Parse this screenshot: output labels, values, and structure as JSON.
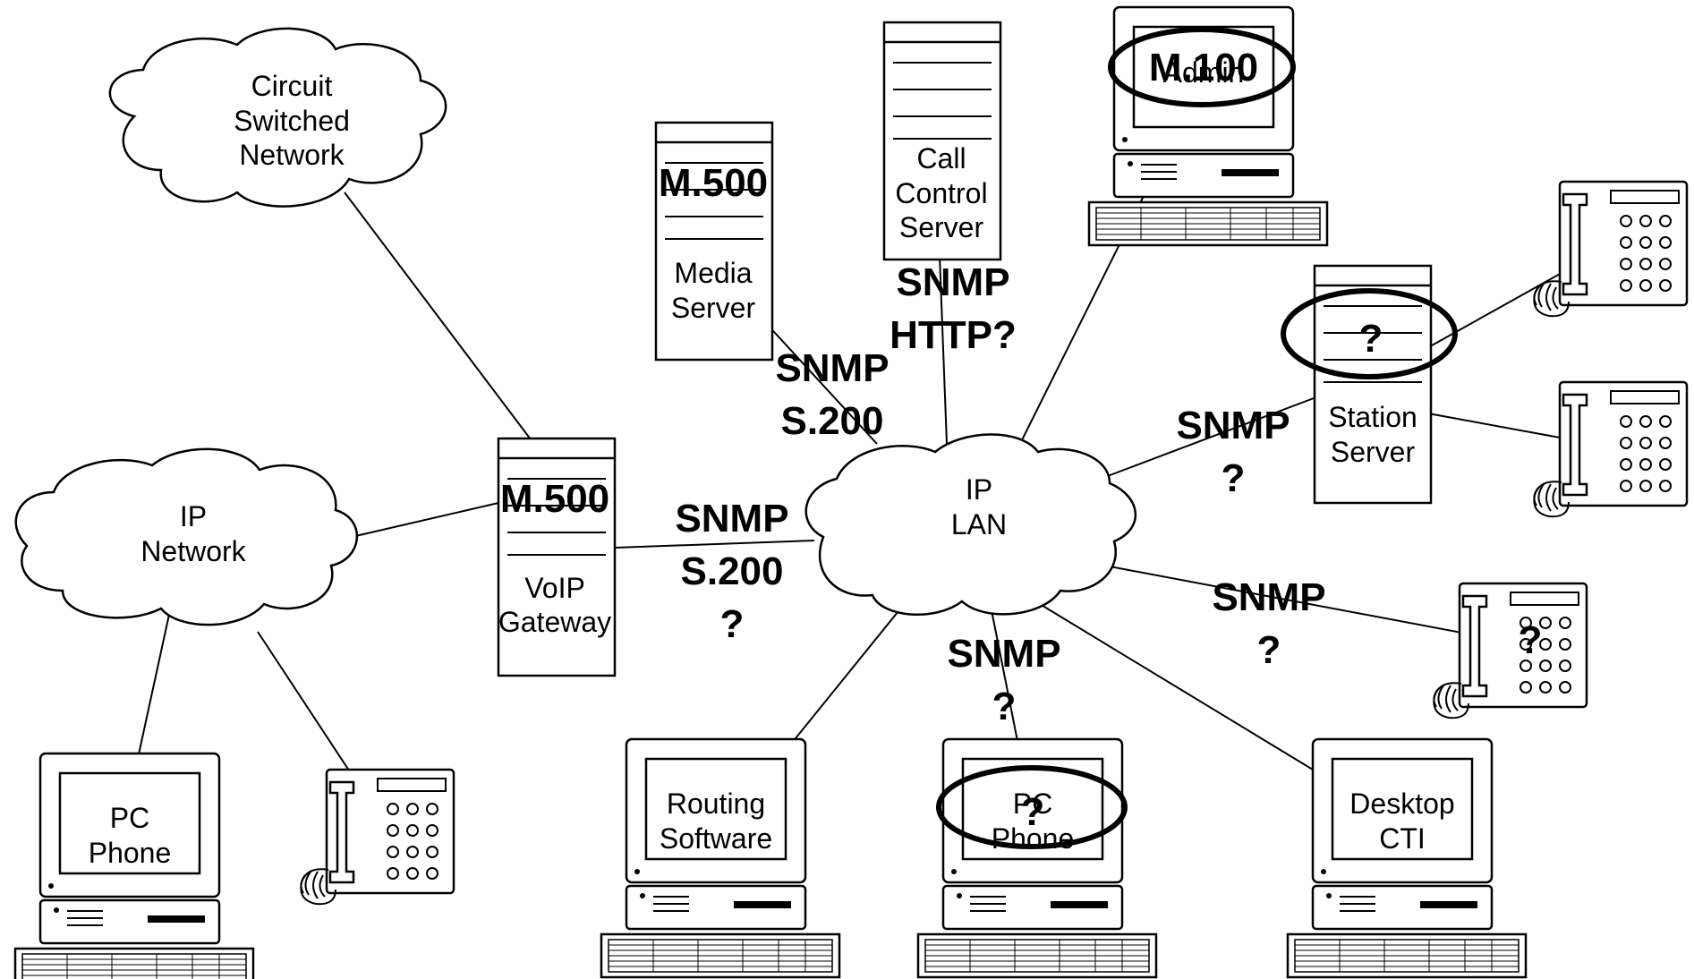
{
  "nodes": {
    "circuit_switched_network": [
      "Circuit",
      "Switched",
      "Network"
    ],
    "ip_network": [
      "IP",
      "Network"
    ],
    "ip_lan": [
      "IP",
      "LAN"
    ],
    "voip_gateway": {
      "label": [
        "VoIP",
        "Gateway"
      ],
      "standard": "M.500"
    },
    "media_server": {
      "label": [
        "Media",
        "Server"
      ],
      "standard": "M.500"
    },
    "call_control_server": {
      "label": [
        "Call",
        "Control",
        "Server"
      ]
    },
    "admin_pc": {
      "label": "Admin",
      "standard": "M.100"
    },
    "station_server": {
      "label": [
        "Station",
        "Server"
      ],
      "standard": "?"
    },
    "routing_software_pc": {
      "label": [
        "Routing",
        "Software"
      ]
    },
    "lan_pc_phone": {
      "label": [
        "PC",
        "Phone"
      ],
      "standard": "?"
    },
    "desktop_cti_pc": {
      "label": [
        "Desktop",
        "CTI"
      ]
    },
    "remote_pc_phone": {
      "label": [
        "PC",
        "Phone"
      ]
    },
    "lan_phone": {
      "standard": "?"
    }
  },
  "protocols": {
    "voip_gateway": [
      "SNMP",
      "S.200",
      "?"
    ],
    "media_server": [
      "SNMP",
      "S.200"
    ],
    "call_control_server": [
      "SNMP",
      "HTTP?"
    ],
    "station_server": [
      "SNMP",
      "?"
    ],
    "lan_phone": [
      "SNMP",
      "?"
    ],
    "pc_phone": [
      "SNMP",
      "?"
    ]
  }
}
